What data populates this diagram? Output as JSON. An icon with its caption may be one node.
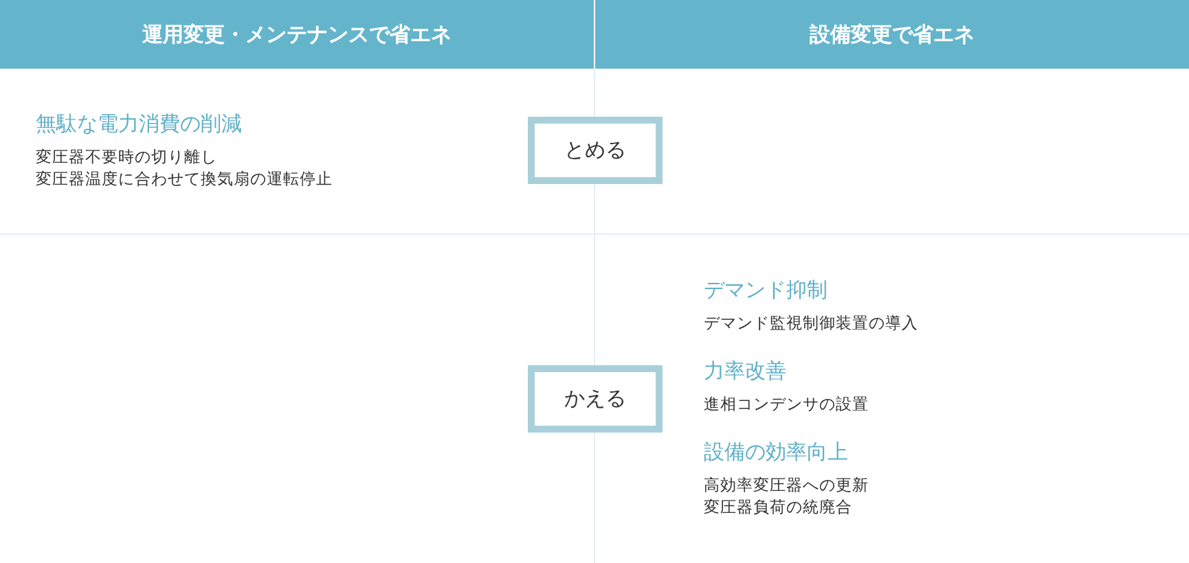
{
  "diagram": {
    "nodes": [
      {
        "text": [
          "運用変更・メンテナンスで省エネ"
        ]
      },
      {
        "text": [
          "設備変更で省エネ"
        ]
      },
      {
        "text": [
          "とめる"
        ]
      },
      {
        "text": [
          "かえる"
        ]
      }
    ],
    "labels": [
      "無駄な電力消費の削減",
      "変圧器不要時の切り離し",
      "変圧器温度に合わせて換気扇の運転停止",
      "デマンド抑制",
      "デマンド監視制御装置の導入",
      "力率改善",
      "進相コンデンサの設置",
      "設備の効率向上",
      "高効率変圧器への更新",
      "変圧器負荷の統廃合"
    ]
  }
}
